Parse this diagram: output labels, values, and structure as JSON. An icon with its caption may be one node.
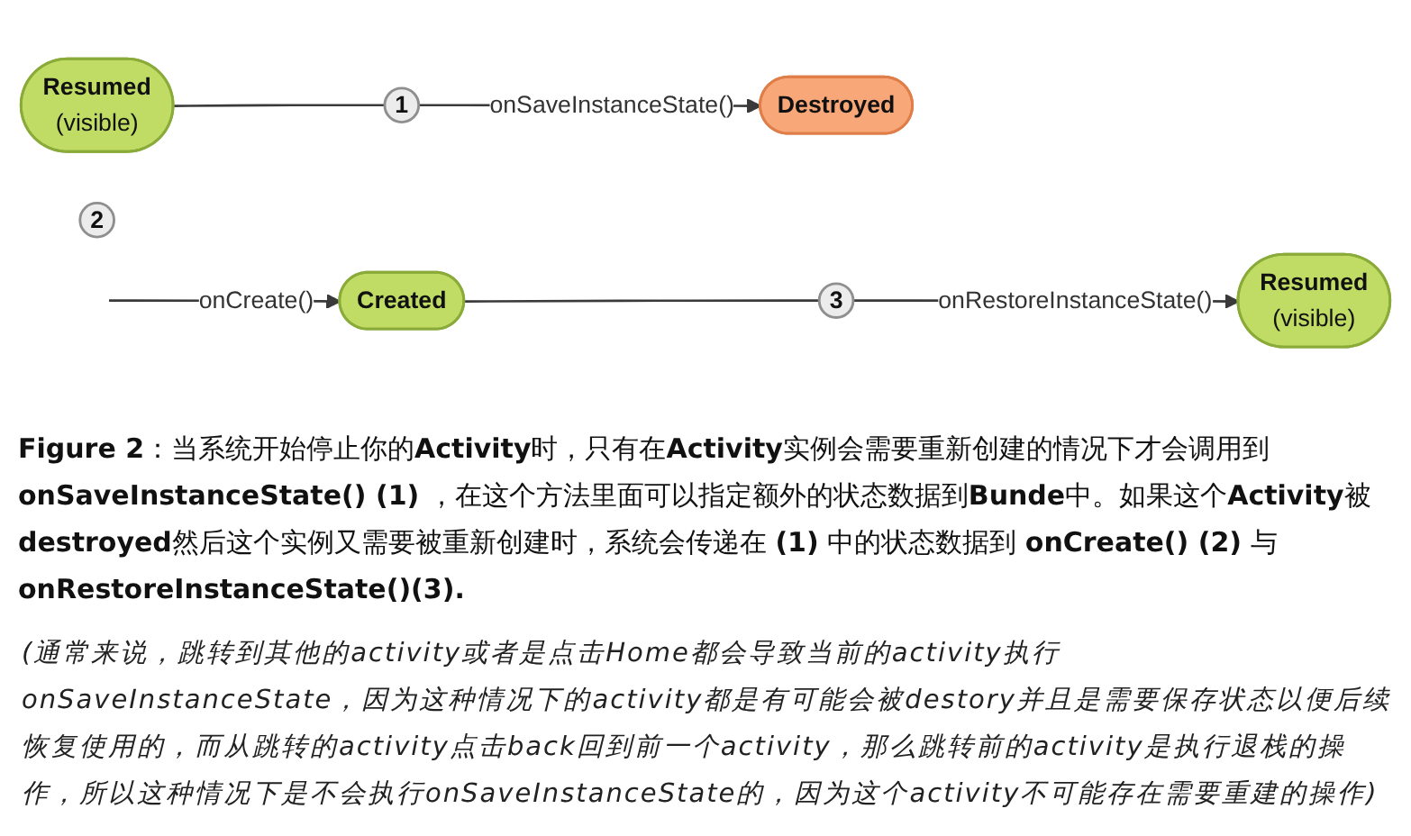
{
  "diagram": {
    "caption": "**Figure 2**：当系统开始停止你的**Activity**时，只有在**Activity**实例会需要重新创建的情况下才会调用到**onSaveInstanceState() (1)** ，在这个方法里面可以指定额外的状态数据到**Bunde**中。如果这个**Activity**被**destroyed**然后这个实例又需要被重新创建时，系统会传递在 **(1)** 中的状态数据到 **onCreate() (2)** 与 **onRestoreInstanceState()(3).**",
    "nodes": [
      {
        "text": [
          "Resumed",
          "(visible)"
        ]
      },
      {
        "text": [
          "1"
        ]
      },
      {
        "text": [
          "Destroyed"
        ]
      },
      {
        "text": [
          "2"
        ]
      },
      {
        "text": [
          "Created"
        ]
      },
      {
        "text": [
          "3"
        ]
      },
      {
        "text": [
          "Resumed",
          "(visible)"
        ]
      }
    ],
    "edges": [
      {
        "from": 0,
        "to": 1,
        "arrow": "none"
      },
      {
        "from": 1,
        "to": 2,
        "arrow": "to",
        "label": "onSaveInstanceState()"
      },
      {
        "from": null,
        "to": 4,
        "arrow": "to",
        "label": "onCreate()"
      },
      {
        "from": 4,
        "to": 5,
        "arrow": "none"
      },
      {
        "from": 5,
        "to": 6,
        "arrow": "to",
        "label": "onRestoreInstanceState()"
      }
    ],
    "labels": [
      "(通常来说，跳转到其他的activity或者是点击Home都会导致当前的activity执行onSaveInstanceState，因为这种情况下的activity都是有可能会被destory并且是需要保存状态以便后续恢复使用的，而从跳转的activity点击back回到前一个activity，那么跳转前的activity是执行退栈的操作，所以这种情况下是不会执行onSaveInstanceState的，因为这个activity不可能存在需要重建的操作)"
    ]
  }
}
